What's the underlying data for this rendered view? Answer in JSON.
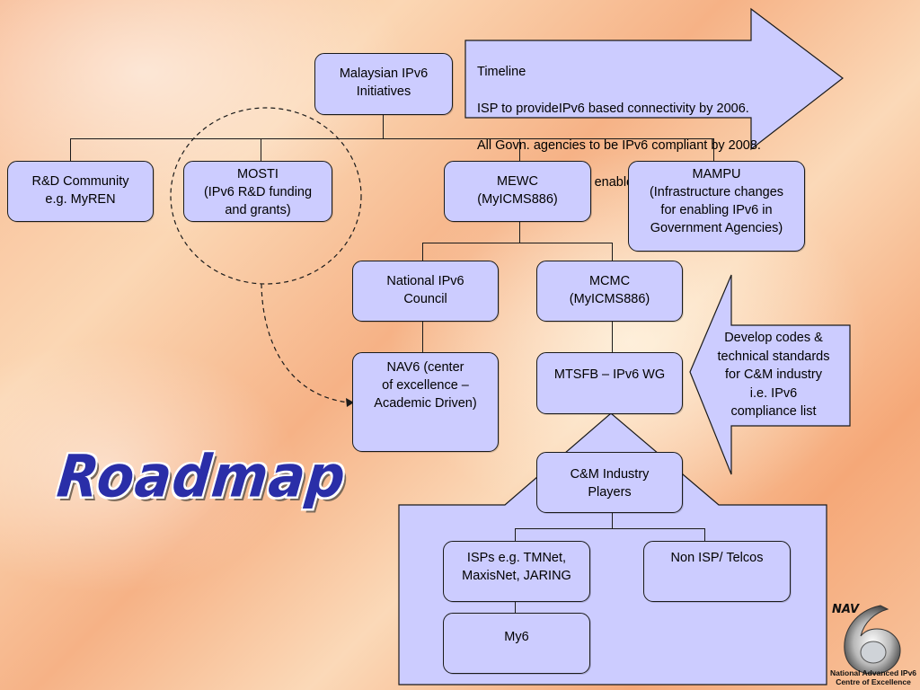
{
  "title": "Roadmap",
  "timeline": {
    "heading": "Timeline",
    "items": [
      "ISP to provideIPv6 based connectivity by 2006.",
      "All Govn. agencies to be IPv6 compliant by 2008.",
      "Malaysia to be IPv6 enabled nation by 2010"
    ]
  },
  "callout": "Develop codes &\ntechnical standards\nfor C&M industry\ni.e. IPv6\ncompliance list",
  "nodes": {
    "root": "Malaysian IPv6\nInitiatives",
    "rd": "R&D Community\ne.g. MyREN",
    "mosti": "MOSTI\n(IPv6 R&D funding\nand grants)",
    "mewc": "MEWC\n(MyICMS886)",
    "mampu": "MAMPU\n(Infrastructure changes\nfor enabling IPv6 in\nGovernment Agencies)",
    "nipv6c": "National IPv6\nCouncil",
    "mcmc": "MCMC\n(MyICMS886)",
    "nav6": "NAV6          (center\nof excellence –\nAcademic Driven)",
    "mtsfb": "MTSFB – IPv6 WG",
    "cm": "C&M Industry\nPlayers",
    "isps": "ISPs e.g. TMNet,\nMaxisNet, JARING",
    "nonisp": "Non ISP/ Telcos",
    "my6": "My6"
  },
  "logo": {
    "mark": "NAV",
    "caption": "National Advanced IPv6\nCentre of Excellence"
  },
  "colors": {
    "box_fill": "#ccccff",
    "title_blue": "#2a2ea8",
    "line": "#1a1a1a"
  }
}
